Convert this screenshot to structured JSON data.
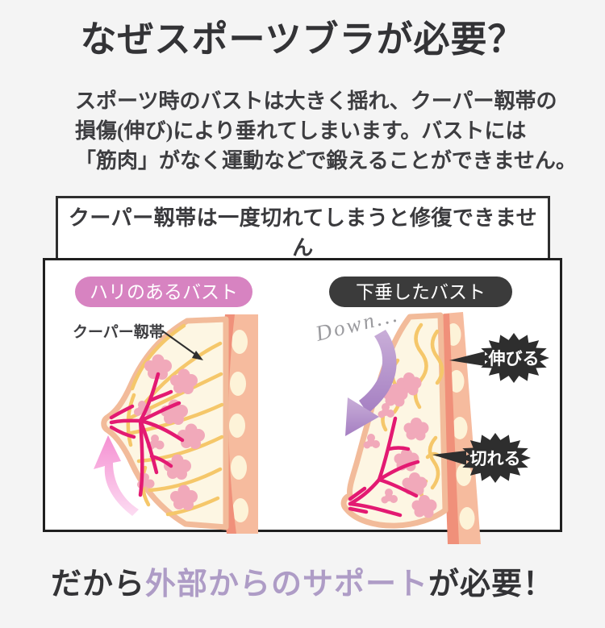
{
  "page": {
    "background": "#f4f4f4",
    "title": "なぜスポーツブラが必要？",
    "intro": {
      "lines": [
        "スポーツ時のバストは大きく揺れ、クーパー靱帯の",
        "損傷(伸び)により垂れてしまいます。バストには",
        "「筋肉」がなく運動などで鍛えることができません。"
      ]
    },
    "note_box": {
      "text": "クーパー靱帯は一度切れてしまうと修復できません"
    },
    "conclusion": {
      "prefix": "だから",
      "highlight": "外部からのサポート",
      "suffix": "が必要！"
    }
  },
  "figure": {
    "left_panel": {
      "label": "ハリのあるバスト",
      "annotation": "クーパー靱帯"
    },
    "right_panel": {
      "label": "下垂したバスト",
      "down_text": "Down...",
      "badge_stretch": "伸びる",
      "badge_tear": "切れる"
    },
    "colors": {
      "firm_label_bg": "#d783c1",
      "sag_label_bg": "#3b3b3b",
      "highlight_text": "#ae9cc6",
      "skin_fill": "#fdf6e3",
      "skin_outline": "#f2bb9a",
      "chest_wall": "#f6bb9e",
      "chest_wall_stripe": "#f0907a",
      "rib_oval": "#fdf3d8",
      "duct": "#e31a72",
      "lobule": "#f1a9ba",
      "ligament": "#f5c76a",
      "up_arrow": "#f79fd8",
      "down_arrow": "#b18fc9",
      "badge_bg": "#2e2e2e",
      "heading_text": "#333336"
    }
  }
}
